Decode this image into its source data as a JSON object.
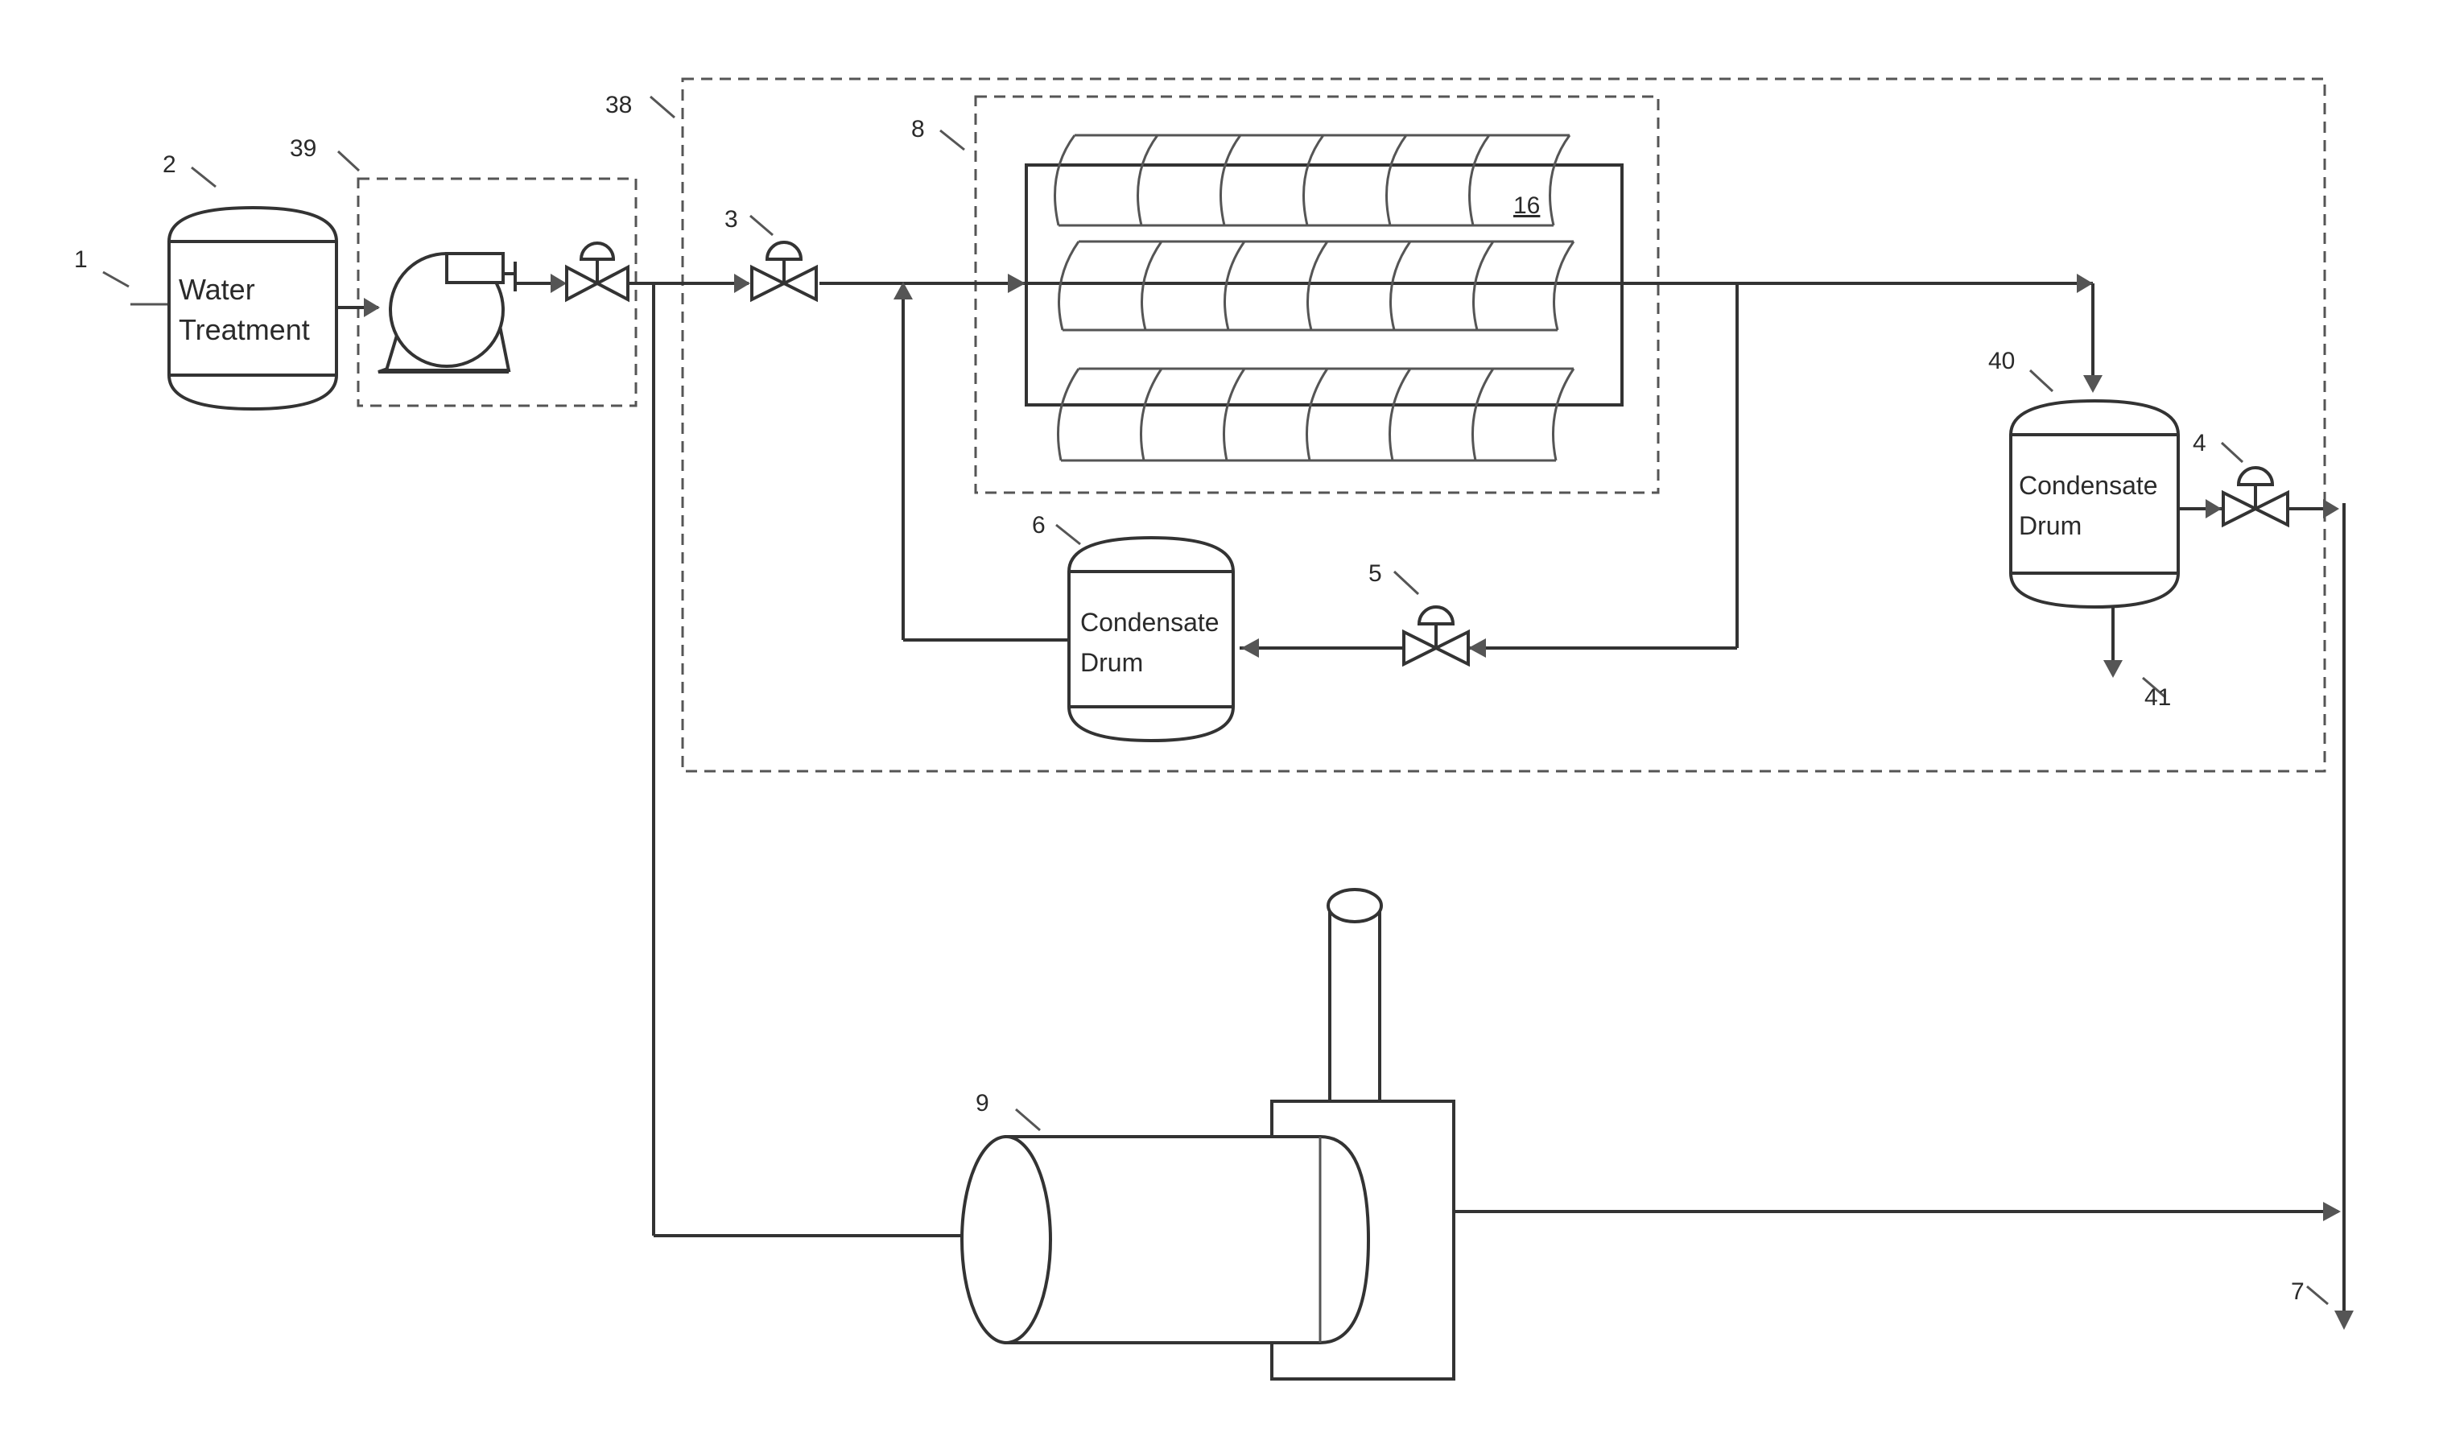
{
  "refs": {
    "r1": "1",
    "r2": "2",
    "r3": "3",
    "r4": "4",
    "r5": "5",
    "r6": "6",
    "r7": "7",
    "r8": "8",
    "r9": "9",
    "r16": "16",
    "r38": "38",
    "r39": "39",
    "r40": "40",
    "r41": "41"
  },
  "tanks": {
    "water_treatment": {
      "line1": "Water",
      "line2": "Treatment"
    },
    "condensate_drum_loop": {
      "line1": "Condensate",
      "line2": "Drum"
    },
    "condensate_drum_out": {
      "line1": "Condensate",
      "line2": "Drum"
    }
  }
}
